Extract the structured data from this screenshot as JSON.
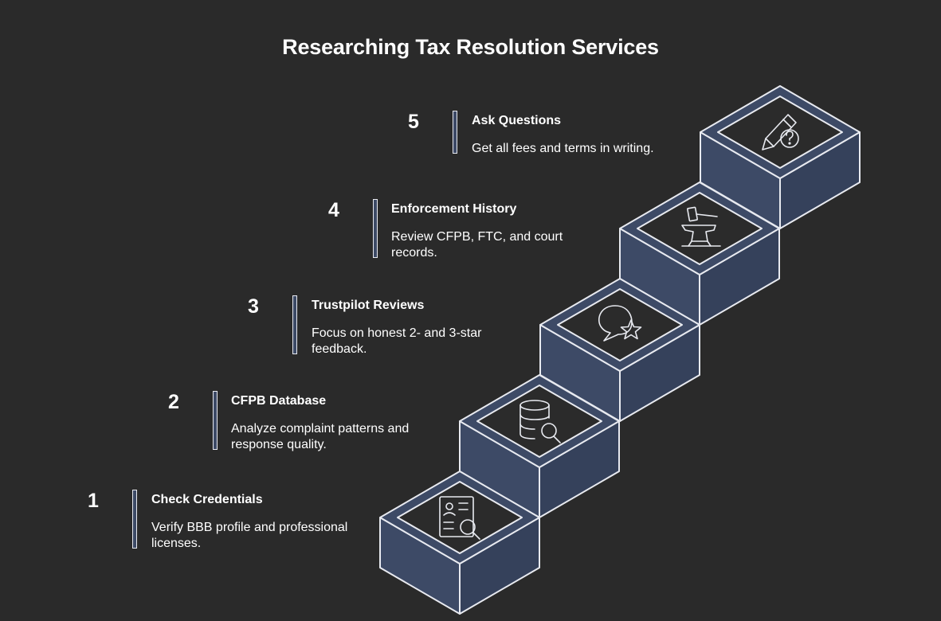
{
  "title": "Researching Tax Resolution Services",
  "colors": {
    "background": "#2a2a2a",
    "block_fill": "#3d4a66",
    "top_fill": "#2b2b2b",
    "outline": "#e8eaf0"
  },
  "steps": [
    {
      "number": "1",
      "label": "Check Credentials",
      "description": "Verify BBB profile and professional licenses.",
      "icon": "credential-search-icon"
    },
    {
      "number": "2",
      "label": "CFPB Database",
      "description": "Analyze complaint patterns and response quality.",
      "icon": "database-search-icon"
    },
    {
      "number": "3",
      "label": "Trustpilot Reviews",
      "description": "Focus on honest 2- and 3-star feedback.",
      "icon": "review-star-icon"
    },
    {
      "number": "4",
      "label": "Enforcement History",
      "description": "Review CFPB, FTC, and court records.",
      "icon": "gavel-icon"
    },
    {
      "number": "5",
      "label": "Ask Questions",
      "description": "Get all fees and terms in writing.",
      "icon": "pencil-question-icon"
    }
  ]
}
